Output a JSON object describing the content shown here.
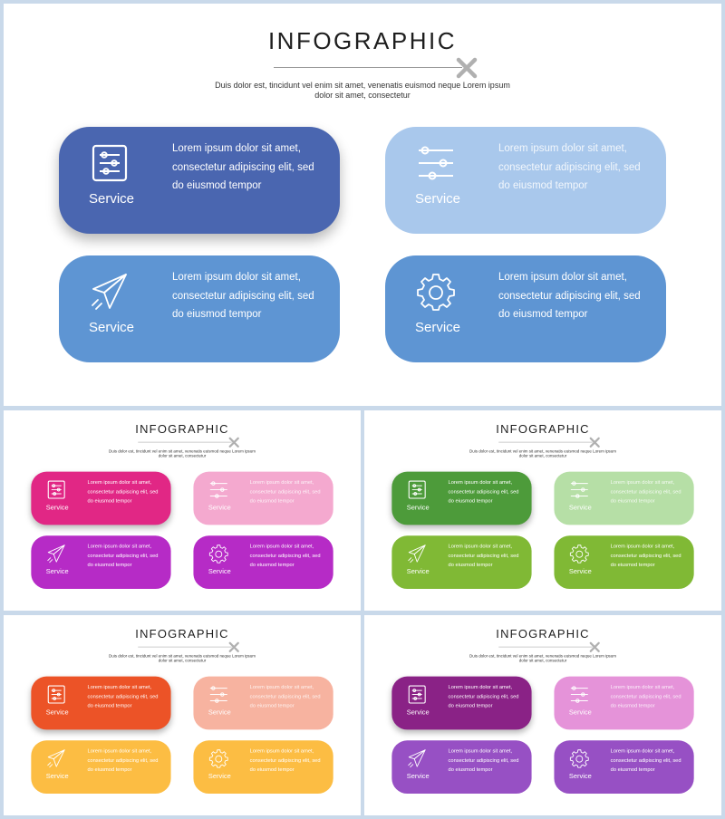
{
  "slide": {
    "title": "INFOGRAPHIC",
    "subtitle": "Duis dolor est, tincidunt vel enim sit amet, venenatis euismod neque Lorem ipsum dolor sit amet, consectetur",
    "card_label": "Service",
    "card_text": [
      "Lorem ipsum dolor sit amet,",
      "consectetur adipiscing elit, sed",
      "do eiusmod tempor"
    ],
    "icons": [
      "sliders-panel-icon",
      "sliders-icon",
      "paper-plane-icon",
      "gear-icon"
    ]
  },
  "themes": {
    "blue": [
      "#4a66b0",
      "#a9c8ec",
      "#5e95d3",
      "#5e95d3"
    ],
    "pink": [
      "#e12785",
      "#f4a9cf",
      "#b62bc6",
      "#b62bc6"
    ],
    "green": [
      "#4d9b3a",
      "#b6dfa6",
      "#80b935",
      "#80b935"
    ],
    "orange": [
      "#ec5327",
      "#f7b3a0",
      "#fcbd43",
      "#fcbd43"
    ],
    "purple": [
      "#8a2286",
      "#e593d9",
      "#9750c4",
      "#9750c4"
    ]
  },
  "accent": {
    "line": "#9a9a9a",
    "x_mark": "#b0b0b0"
  }
}
